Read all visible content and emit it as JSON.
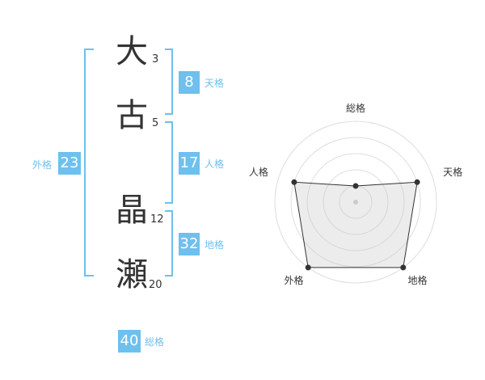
{
  "name": {
    "chars": [
      {
        "char": "大",
        "strokes": "3"
      },
      {
        "char": "古",
        "strokes": "5"
      },
      {
        "char": "晶",
        "strokes": "12"
      },
      {
        "char": "瀬",
        "strokes": "20"
      }
    ]
  },
  "kaku": {
    "tenkaku": {
      "value": "8",
      "label": "天格"
    },
    "jinkaku": {
      "value": "17",
      "label": "人格"
    },
    "chikaku": {
      "value": "32",
      "label": "地格"
    },
    "gaikaku": {
      "value": "23",
      "label": "外格"
    },
    "soukaku": {
      "value": "40",
      "label": "総格"
    }
  },
  "colors": {
    "accent": "#6ec0ee",
    "text": "#333333"
  },
  "chart_data": {
    "type": "radar",
    "axes": [
      "総格",
      "天格",
      "地格",
      "外格",
      "人格"
    ],
    "values": [
      1,
      4,
      5,
      5,
      4
    ],
    "rlim": [
      0,
      5
    ],
    "rings": 5,
    "grid": true
  }
}
